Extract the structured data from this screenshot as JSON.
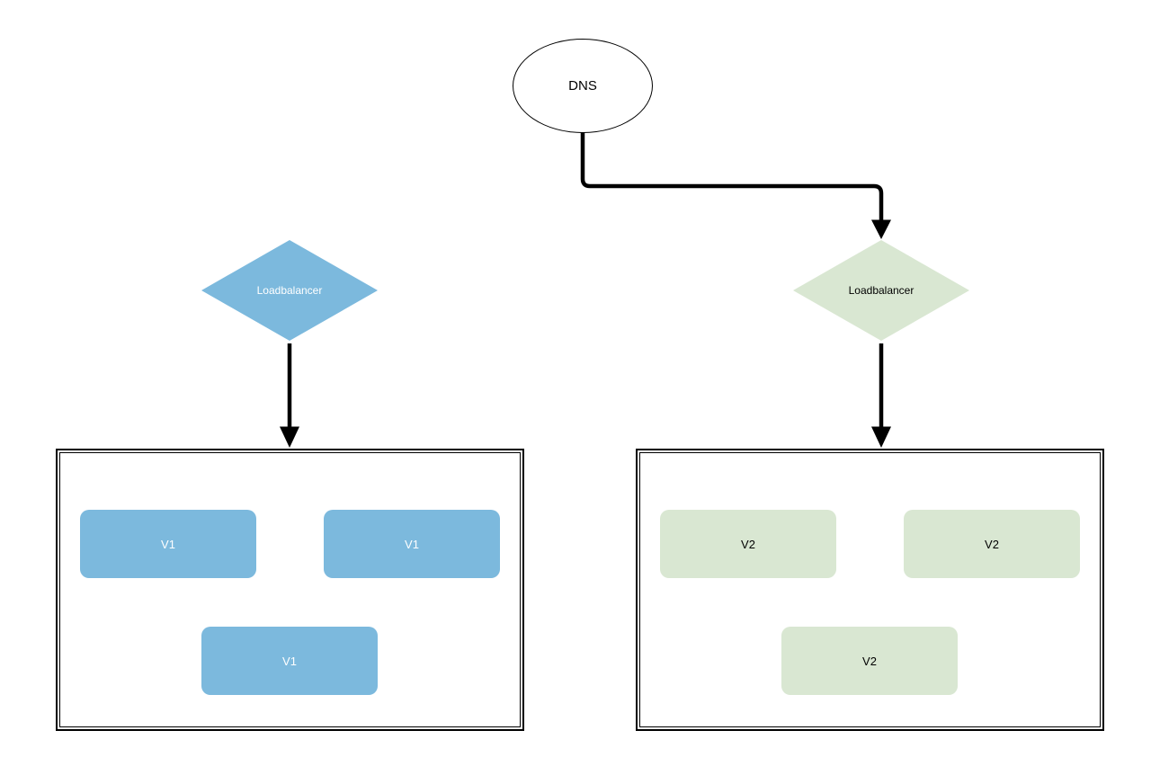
{
  "nodes": {
    "dns": {
      "label": "DNS",
      "shape": "ellipse"
    },
    "lb_v1": {
      "label": "Loadbalancer",
      "shape": "diamond"
    },
    "lb_v2": {
      "label": "Loadbalancer",
      "shape": "diamond"
    },
    "v1_instances": [
      {
        "label": "V1"
      },
      {
        "label": "V1"
      },
      {
        "label": "V1"
      }
    ],
    "v2_instances": [
      {
        "label": "V2"
      },
      {
        "label": "V2"
      },
      {
        "label": "V2"
      }
    ]
  },
  "edges": [
    {
      "from": "dns",
      "to": "lb_v2",
      "style": "elbow-arrow"
    },
    {
      "from": "lb_v1",
      "to": "v1_cluster",
      "style": "straight-arrow"
    },
    {
      "from": "lb_v2",
      "to": "v2_cluster",
      "style": "straight-arrow"
    }
  ],
  "colors": {
    "v1-fill": "#7cb9dd",
    "v1-text": "#ffffff",
    "v2-fill": "#d9e7d2",
    "v2-text": "#000000",
    "stroke": "#000000",
    "background": "#ffffff"
  }
}
